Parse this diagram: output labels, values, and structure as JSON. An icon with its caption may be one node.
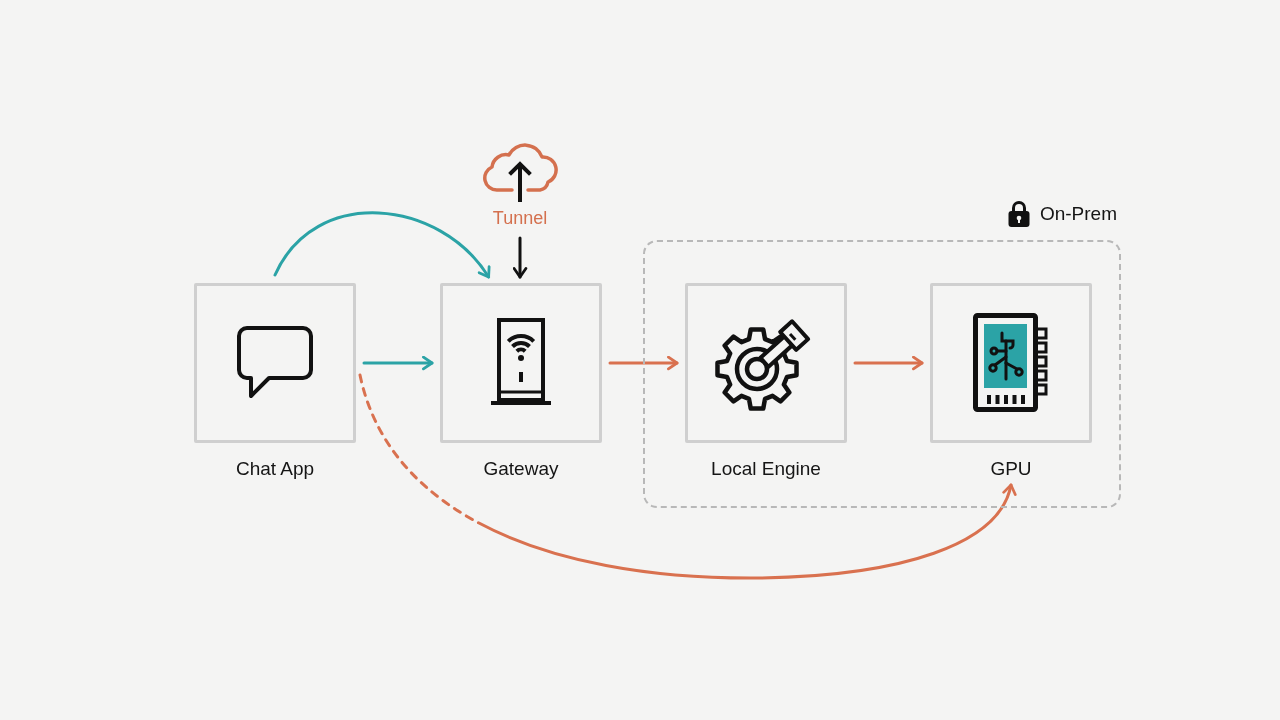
{
  "diagram": {
    "nodes": [
      {
        "text": [
          "Tunnel"
        ]
      },
      {
        "text": [
          "Chat App"
        ]
      },
      {
        "text": [
          "Gateway"
        ]
      },
      {
        "text": [
          "On-Prem"
        ]
      },
      {
        "text": [
          "Local Engine"
        ],
        "in": 3
      },
      {
        "text": [
          "GPU"
        ],
        "in": 3
      }
    ],
    "edges": [
      {
        "from": 1,
        "to": 2,
        "arrow": "to",
        "color": "#2ba3a6"
      },
      {
        "from": 0,
        "to": 2,
        "arrow": "to",
        "color": "#111111"
      },
      {
        "from": 1,
        "to": 2,
        "arrow": "to",
        "color": "#2ba3a6"
      },
      {
        "from": 2,
        "to": 4,
        "arrow": "to"
      },
      {
        "from": 4,
        "to": 5,
        "arrow": "to"
      },
      {
        "from": 1,
        "to": 5,
        "arrow": "to",
        "style": "dashed"
      }
    ]
  }
}
